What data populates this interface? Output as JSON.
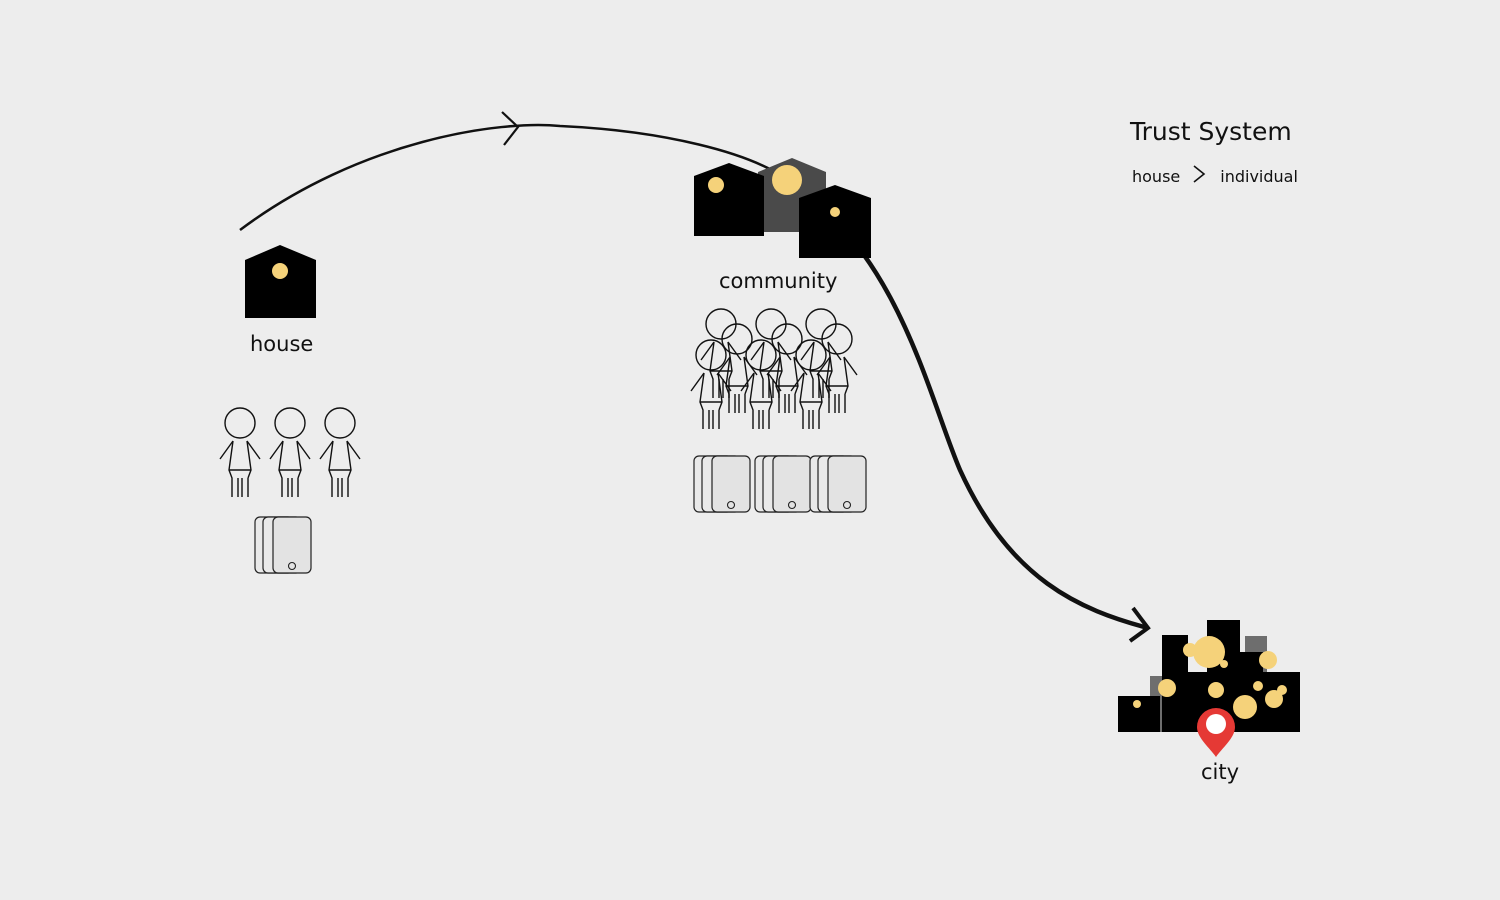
{
  "legend": {
    "title": "Trust System",
    "from": "house",
    "to": "individual",
    "separator_icon": "chevron-right-icon"
  },
  "stages": [
    {
      "id": "house",
      "label": "house",
      "people": 3,
      "phone_stacks": 1
    },
    {
      "id": "community",
      "label": "community",
      "people": 9,
      "phone_stacks": 3
    },
    {
      "id": "city",
      "label": "city",
      "marker_icon": "location-pin-icon"
    }
  ],
  "colors": {
    "background": "#ededed",
    "building": "#000000",
    "building_secondary": "#4a4a4a",
    "building_tertiary": "#6e6e6e",
    "light": "#f5d27a",
    "pin": "#e53935",
    "line": "#111111"
  }
}
